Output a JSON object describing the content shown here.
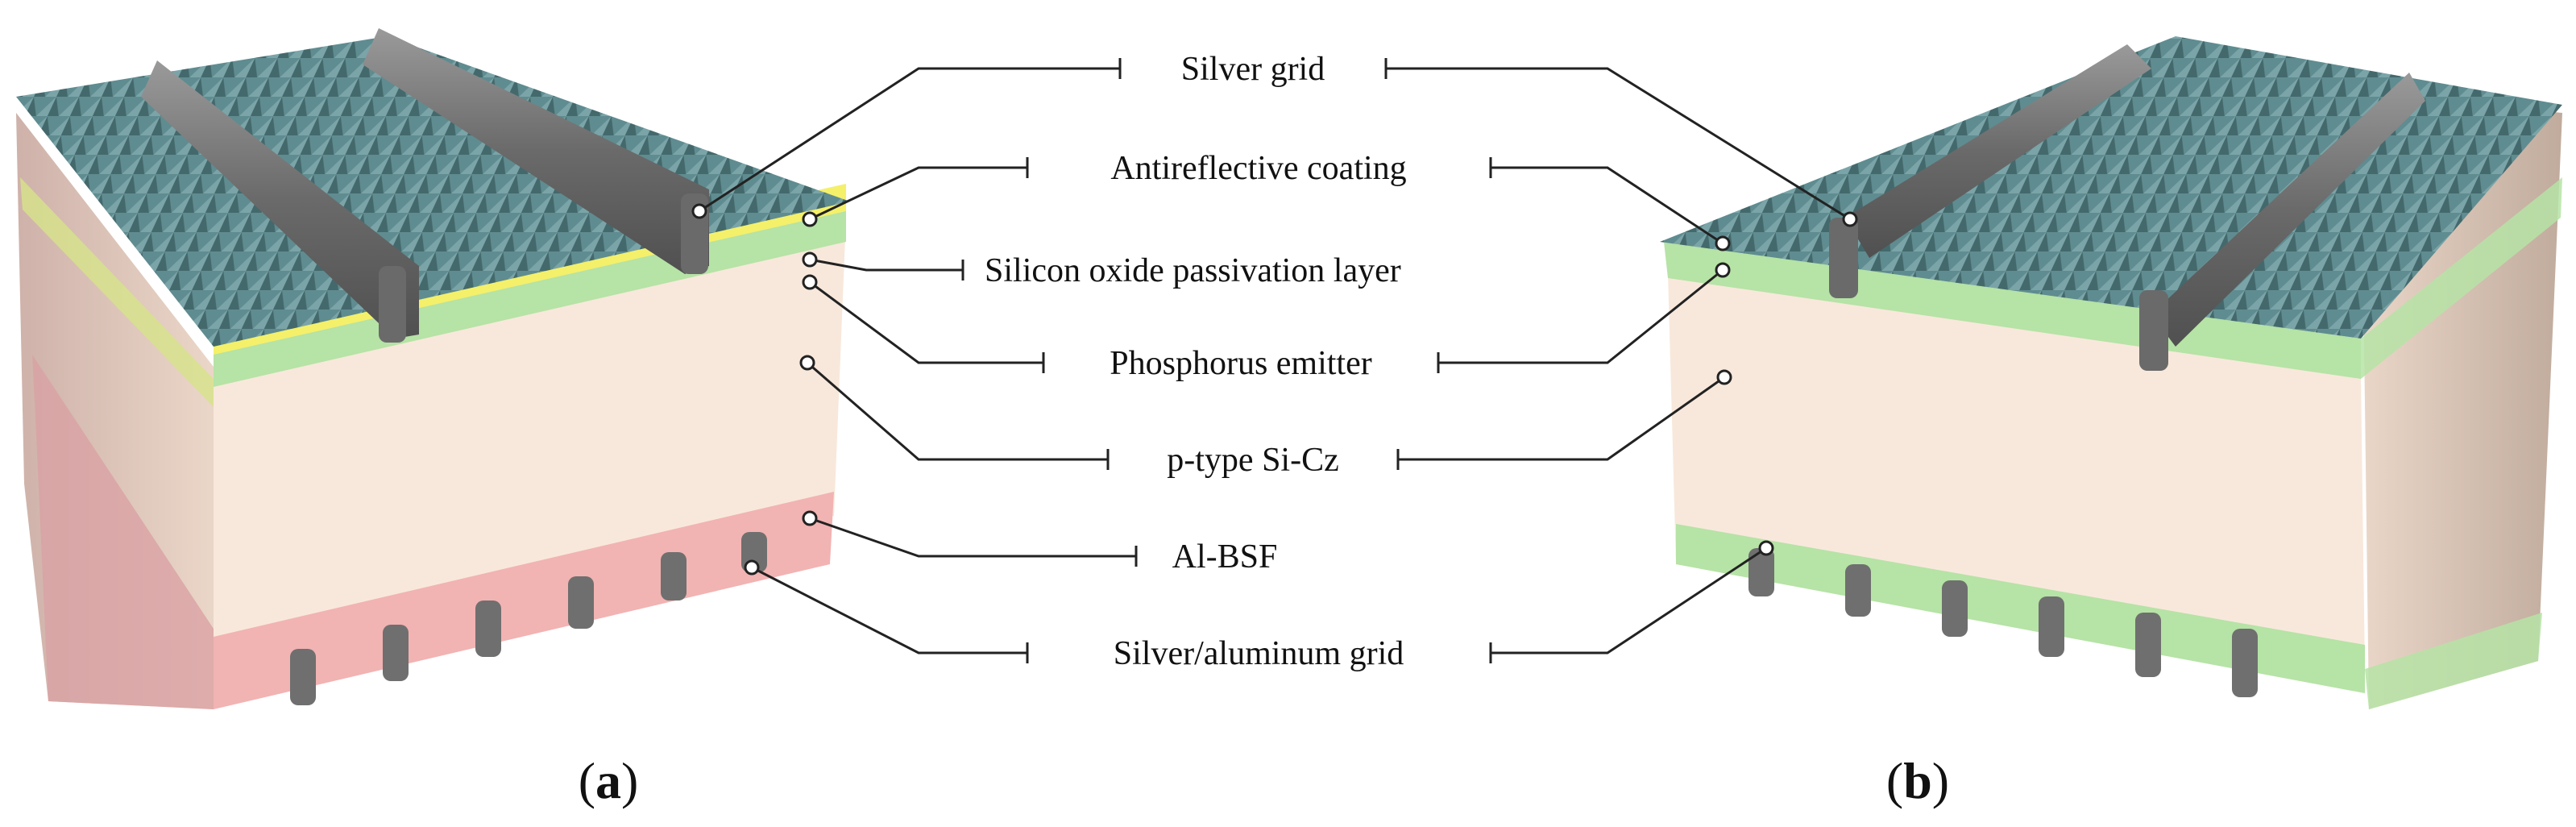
{
  "labels": {
    "silver_grid": "Silver grid",
    "antireflective": "Antireflective coating",
    "silicon_oxide": "Silicon oxide passivation layer",
    "phosphorus": "Phosphorus emitter",
    "ptype": "p-type Si-Cz",
    "albsf": "Al-BSF",
    "silver_aluminum": "Silver/aluminum grid"
  },
  "captions": {
    "a": {
      "open": "(",
      "letter": "a",
      "close": ")"
    },
    "b": {
      "open": "(",
      "letter": "b",
      "close": ")"
    }
  },
  "layer_colors": {
    "antireflective_texture": "#5f8c90",
    "silicon_oxide": "#f4f06a",
    "phosphorus_emitter": "#b6e3a6",
    "ptype_bulk": "#f8e8db",
    "al_bsf": "#f2b3b3",
    "metal": "#7a7a7a",
    "side_face": "#c8b0a0"
  }
}
